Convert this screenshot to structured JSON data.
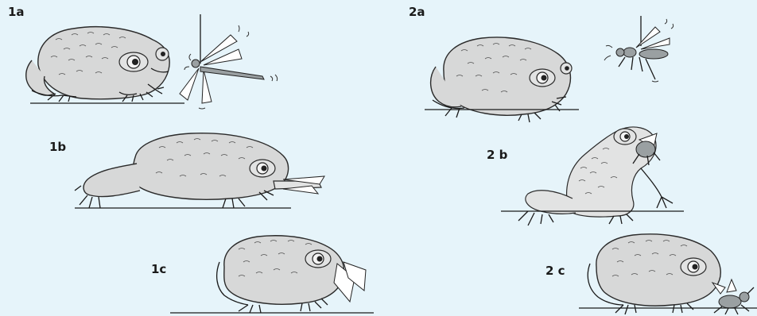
{
  "panels": {
    "p1a": "1a",
    "p1b": "1b",
    "p1c": "1c",
    "p2a": "2a",
    "p2b": "2 b",
    "p2c": "2 c"
  },
  "colors": {
    "background": "#e6f4fa",
    "toad": "#d7d8d8",
    "outline": "#2a2a2a"
  }
}
